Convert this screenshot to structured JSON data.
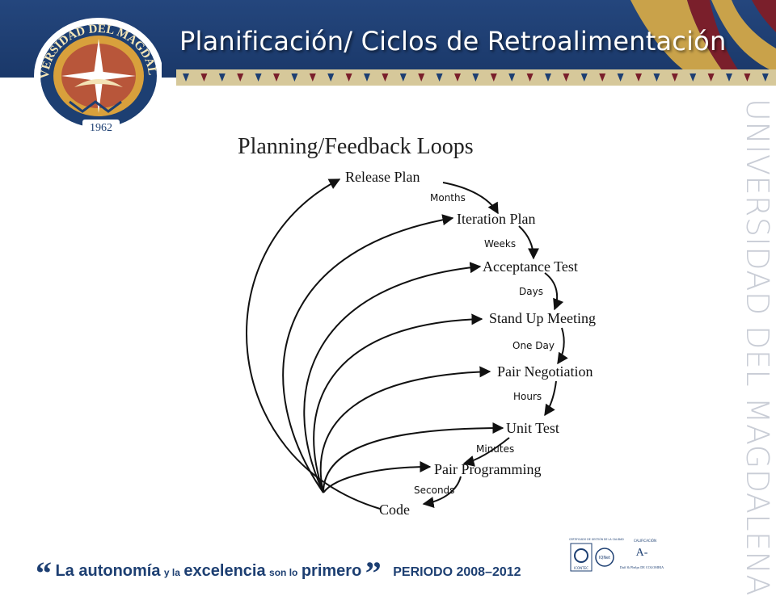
{
  "header": {
    "title": "Planificación/ Ciclos de Retroalimentación"
  },
  "logo": {
    "name": "UNIVERSIDAD DEL MAGDALENA",
    "year": "1962"
  },
  "side_watermark": "UNIVERSIDAD DEL MAGDALENA",
  "diagram": {
    "title": "Planning/Feedback Loops",
    "nodes": [
      "Release Plan",
      "Iteration Plan",
      "Acceptance Test",
      "Stand Up Meeting",
      "Pair Negotiation",
      "Unit Test",
      "Pair Programming",
      "Code"
    ],
    "intervals": [
      "Months",
      "Weeks",
      "Days",
      "One Day",
      "Hours",
      "Minutes",
      "Seconds"
    ]
  },
  "footer": {
    "open_quote": "“",
    "text1": "La autonomía",
    "text2": "y la",
    "text3": "excelencia",
    "text4": "son lo",
    "text5": "primero",
    "close_quote": "”",
    "period": "PERIODO 2008–2012"
  },
  "certifications": {
    "cert1_text": "CERTIFICADO DE GESTIÓN DE LA CALIDAD",
    "cert1_org": "ICONTEC",
    "cert2_org": "IQNet",
    "rating_label": "CALIFICACIÓN",
    "rating": "A-",
    "rating_agency": "Duff & Phelps DE COLOMBIA"
  },
  "colors": {
    "navy": "#1d3f72",
    "gold": "#c9a24a",
    "maroon": "#7a1f2b"
  }
}
